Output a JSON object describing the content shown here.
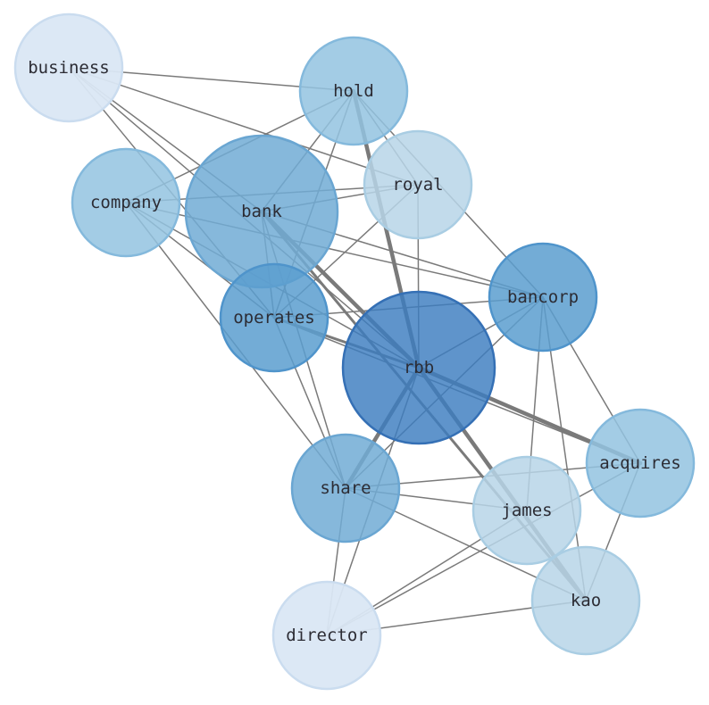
{
  "graph": {
    "nodes": [
      {
        "id": "business",
        "label": "business",
        "color": "#dae7f4",
        "stroke": "#cadcef",
        "opacity": 0.95
      },
      {
        "id": "hold",
        "label": "hold",
        "color": "#93c3e0",
        "stroke": "#84b9dc",
        "opacity": 0.85
      },
      {
        "id": "company",
        "label": "company",
        "color": "#93c3e0",
        "stroke": "#84b9dc",
        "opacity": 0.85
      },
      {
        "id": "bank",
        "label": "bank",
        "color": "#71abd5",
        "stroke": "#6aa6d2",
        "opacity": 0.85
      },
      {
        "id": "royal",
        "label": "royal",
        "color": "#b7d5e8",
        "stroke": "#a9cde3",
        "opacity": 0.85
      },
      {
        "id": "operates",
        "label": "operates",
        "color": "#5a9dcf",
        "stroke": "#4f94cb",
        "opacity": 0.85
      },
      {
        "id": "bancorp",
        "label": "bancorp",
        "color": "#5a9dcf",
        "stroke": "#4f94cb",
        "opacity": 0.85
      },
      {
        "id": "rbb",
        "label": "rbb",
        "color": "#3c7cbf",
        "stroke": "#3570b5",
        "opacity": 0.82
      },
      {
        "id": "acquires",
        "label": "acquires",
        "color": "#93c3e0",
        "stroke": "#84b9dc",
        "opacity": 0.85
      },
      {
        "id": "share",
        "label": "share",
        "color": "#71abd5",
        "stroke": "#6aa6d2",
        "opacity": 0.85
      },
      {
        "id": "james",
        "label": "james",
        "color": "#b7d5e8",
        "stroke": "#a9cde3",
        "opacity": 0.85
      },
      {
        "id": "kao",
        "label": "kao",
        "color": "#b7d5e8",
        "stroke": "#a9cde3",
        "opacity": 0.85
      },
      {
        "id": "director",
        "label": "director",
        "color": "#dae7f4",
        "stroke": "#cadcef",
        "opacity": 0.95
      }
    ],
    "edges": [
      {
        "source": "business",
        "target": "hold",
        "weight": 1
      },
      {
        "source": "business",
        "target": "royal",
        "weight": 1
      },
      {
        "source": "business",
        "target": "bank",
        "weight": 1
      },
      {
        "source": "business",
        "target": "operates",
        "weight": 1
      },
      {
        "source": "business",
        "target": "rbb",
        "weight": 1
      },
      {
        "source": "hold",
        "target": "company",
        "weight": 1
      },
      {
        "source": "hold",
        "target": "bank",
        "weight": 1
      },
      {
        "source": "hold",
        "target": "royal",
        "weight": 1
      },
      {
        "source": "hold",
        "target": "operates",
        "weight": 1
      },
      {
        "source": "hold",
        "target": "bancorp",
        "weight": 1
      },
      {
        "source": "hold",
        "target": "rbb",
        "weight": 3
      },
      {
        "source": "company",
        "target": "royal",
        "weight": 1
      },
      {
        "source": "company",
        "target": "bancorp",
        "weight": 1
      },
      {
        "source": "company",
        "target": "operates",
        "weight": 1
      },
      {
        "source": "company",
        "target": "rbb",
        "weight": 1
      },
      {
        "source": "company",
        "target": "share",
        "weight": 1
      },
      {
        "source": "bank",
        "target": "royal",
        "weight": 1
      },
      {
        "source": "bank",
        "target": "bancorp",
        "weight": 1
      },
      {
        "source": "bank",
        "target": "operates",
        "weight": 1
      },
      {
        "source": "bank",
        "target": "rbb",
        "weight": 3
      },
      {
        "source": "bank",
        "target": "share",
        "weight": 1
      },
      {
        "source": "bank",
        "target": "kao",
        "weight": 2
      },
      {
        "source": "royal",
        "target": "operates",
        "weight": 1
      },
      {
        "source": "royal",
        "target": "rbb",
        "weight": 1
      },
      {
        "source": "operates",
        "target": "bancorp",
        "weight": 1
      },
      {
        "source": "operates",
        "target": "rbb",
        "weight": 2
      },
      {
        "source": "operates",
        "target": "share",
        "weight": 1
      },
      {
        "source": "operates",
        "target": "acquires",
        "weight": 1
      },
      {
        "source": "bancorp",
        "target": "rbb",
        "weight": 1
      },
      {
        "source": "bancorp",
        "target": "share",
        "weight": 1
      },
      {
        "source": "bancorp",
        "target": "james",
        "weight": 1
      },
      {
        "source": "bancorp",
        "target": "acquires",
        "weight": 1
      },
      {
        "source": "bancorp",
        "target": "kao",
        "weight": 1
      },
      {
        "source": "rbb",
        "target": "acquires",
        "weight": 3
      },
      {
        "source": "rbb",
        "target": "share",
        "weight": 3
      },
      {
        "source": "rbb",
        "target": "kao",
        "weight": 3
      },
      {
        "source": "rbb",
        "target": "director",
        "weight": 1
      },
      {
        "source": "acquires",
        "target": "share",
        "weight": 1
      },
      {
        "source": "acquires",
        "target": "kao",
        "weight": 1
      },
      {
        "source": "acquires",
        "target": "director",
        "weight": 1
      },
      {
        "source": "share",
        "target": "james",
        "weight": 1
      },
      {
        "source": "share",
        "target": "kao",
        "weight": 1
      },
      {
        "source": "share",
        "target": "director",
        "weight": 1
      },
      {
        "source": "james",
        "target": "director",
        "weight": 1
      },
      {
        "source": "kao",
        "target": "director",
        "weight": 1
      }
    ]
  }
}
